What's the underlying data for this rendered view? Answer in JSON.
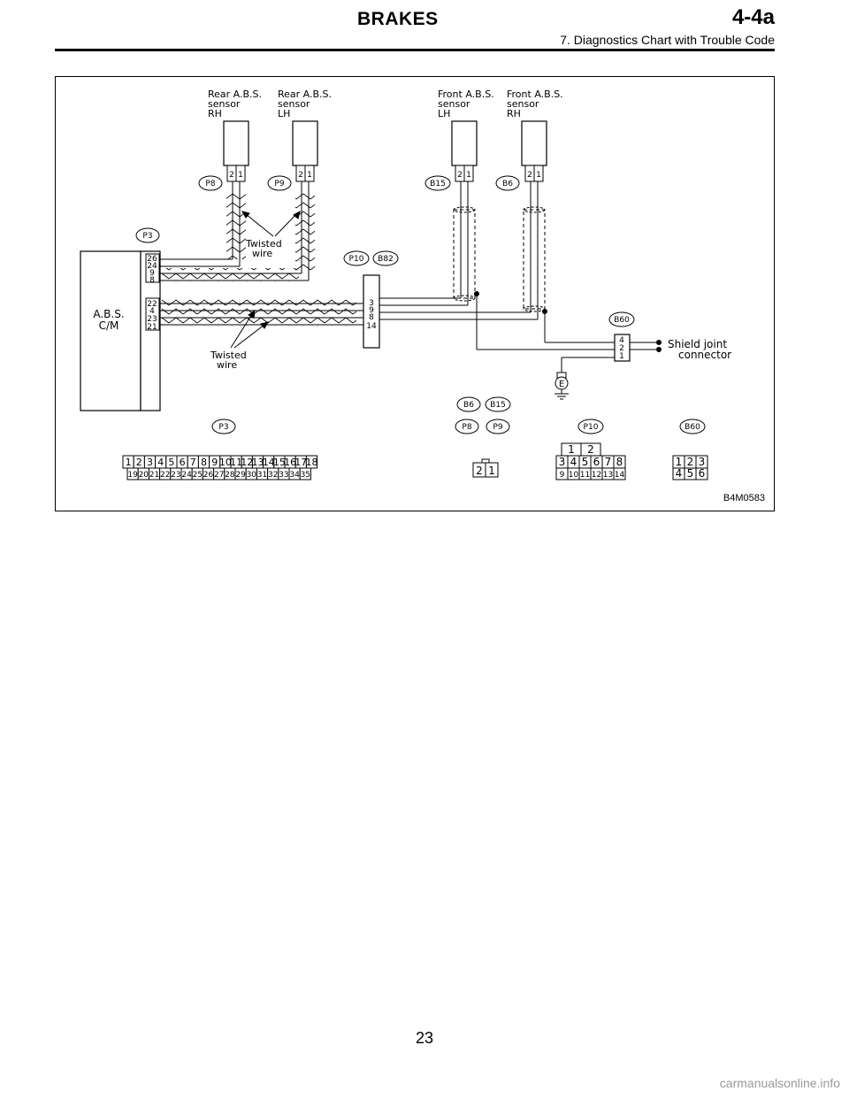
{
  "header": {
    "title": "BRAKES",
    "section": "4-4a",
    "subtitle": "7. Diagnostics Chart with Trouble Code"
  },
  "diagram": {
    "figure_id": "B4M0583",
    "labels": {
      "rear_rh": [
        "Rear A.B.S.",
        "sensor",
        "RH"
      ],
      "rear_lh": [
        "Rear A.B.S.",
        "sensor",
        "LH"
      ],
      "front_lh": [
        "Front A.B.S.",
        "sensor",
        "LH"
      ],
      "front_rh": [
        "Front A.B.S.",
        "sensor",
        "RH"
      ],
      "twisted_wire": [
        "Twisted",
        "wire"
      ],
      "abs_cm": [
        "A.B.S.",
        "C/M"
      ],
      "shield_joint": [
        "Shield joint",
        "connector"
      ],
      "ground": "E"
    },
    "connectors": {
      "p8": "P8",
      "p9": "P9",
      "b15": "B15",
      "b6": "B6",
      "p3": "P3",
      "p10": "P10",
      "b82": "B82",
      "b60": "B60"
    },
    "cm_pins": [
      "26",
      "24",
      "9",
      "8",
      "22",
      "4",
      "23",
      "21"
    ],
    "p10_pins": [
      "3",
      "9",
      "8",
      "14"
    ],
    "b60_pins": [
      "4",
      "2",
      "1"
    ],
    "sensor_pins": [
      "2",
      "1"
    ],
    "face_p3_top": [
      "1",
      "2",
      "3",
      "4",
      "5",
      "6",
      "7",
      "8",
      "9",
      "10",
      "11",
      "12",
      "13",
      "14",
      "15",
      "16",
      "17",
      "18"
    ],
    "face_p3_bottom": [
      "19",
      "20",
      "21",
      "22",
      "23",
      "24",
      "25",
      "26",
      "27",
      "28",
      "29",
      "30",
      "31",
      "32",
      "33",
      "34",
      "35"
    ],
    "face_sensor": [
      "2",
      "1"
    ],
    "face_p10_top": [
      "1",
      "2"
    ],
    "face_p10_mid": [
      "3",
      "4",
      "5",
      "6",
      "7",
      "8"
    ],
    "face_p10_bottom": [
      "9",
      "10",
      "11",
      "12",
      "13",
      "14"
    ],
    "face_b60_top": [
      "1",
      "2",
      "3"
    ],
    "face_b60_bottom": [
      "4",
      "5",
      "6"
    ]
  },
  "page": {
    "number": "23",
    "watermark": "carmanualsonline.info"
  }
}
